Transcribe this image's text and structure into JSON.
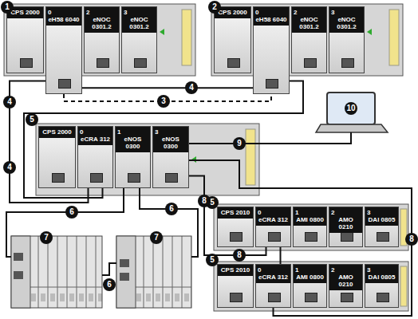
{
  "diagram": {
    "nodes": [
      {
        "text": [
          "CPS 2000"
        ]
      },
      {
        "text": [
          "0",
          "eH58 6040"
        ]
      },
      {
        "text": [
          "2",
          "eNOC 0301.2"
        ]
      },
      {
        "text": [
          "3",
          "eNOC 0301.2"
        ]
      },
      {
        "text": [
          "CPS 2000"
        ]
      },
      {
        "text": [
          "0",
          "eH58 6040"
        ]
      },
      {
        "text": [
          "2",
          "eNOC 0301.2"
        ]
      },
      {
        "text": [
          "3",
          "eNOC 0301.2"
        ]
      },
      {
        "text": [
          "CPS 2000"
        ]
      },
      {
        "text": [
          "0",
          "eCRA 312"
        ]
      },
      {
        "text": [
          "1",
          "eNOS 0300"
        ]
      },
      {
        "text": [
          "3",
          "eNOS 0300"
        ]
      },
      {
        "text": [
          "CPS 2010"
        ]
      },
      {
        "text": [
          "0",
          "eCRA 312"
        ]
      },
      {
        "text": [
          "1",
          "AMI 0800"
        ]
      },
      {
        "text": [
          "2",
          "AMO 0210"
        ]
      },
      {
        "text": [
          "3",
          "DAI 0805"
        ]
      },
      {
        "text": [
          "CPS 2010"
        ]
      },
      {
        "text": [
          "0",
          "eCRA 312"
        ]
      },
      {
        "text": [
          "1",
          "AMI 0800"
        ]
      },
      {
        "text": [
          "2",
          "AMO 0210"
        ]
      },
      {
        "text": [
          "3",
          "DAI 0805"
        ]
      }
    ],
    "edges": [
      {
        "from": 1,
        "to": 5,
        "arrow": "none"
      },
      {
        "from": 1,
        "to": 5,
        "arrow": "none"
      },
      {
        "from": 1,
        "to": 9,
        "arrow": "none"
      },
      {
        "from": 5,
        "to": 9,
        "arrow": "none"
      },
      {
        "from": 11,
        "to": 13,
        "arrow": "none"
      },
      {
        "from": 13,
        "to": 18,
        "arrow": "none"
      },
      {
        "from": 18,
        "to": 11,
        "arrow": "none"
      }
    ],
    "labels": [
      "1",
      "2",
      "3",
      "4",
      "4",
      "4",
      "5",
      "5",
      "5",
      "6",
      "6",
      "6",
      "7",
      "7",
      "8",
      "8",
      "8",
      "9",
      "10"
    ]
  }
}
